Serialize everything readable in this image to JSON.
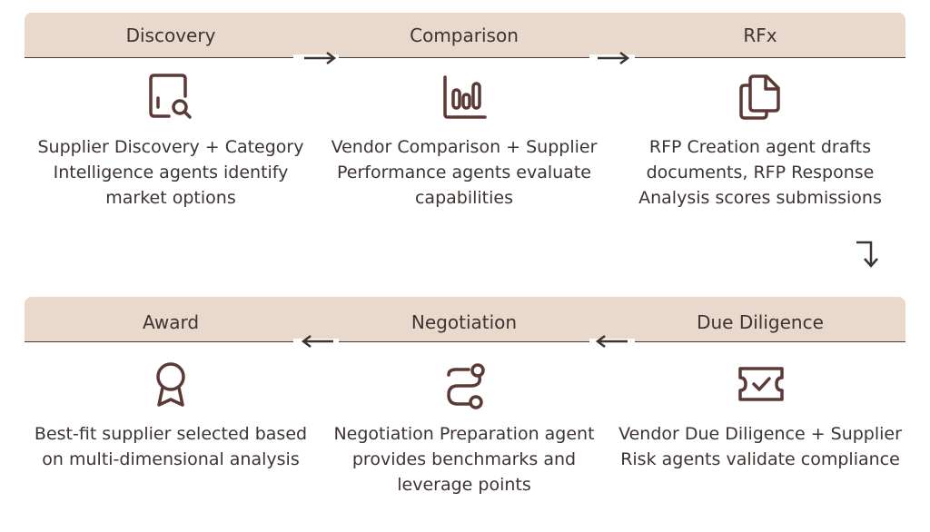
{
  "stages": [
    {
      "title": "Discovery",
      "icon": "search-document-icon",
      "description": "Supplier Discovery + Category Intelligence agents identify market options"
    },
    {
      "title": "Comparison",
      "icon": "bar-chart-icon",
      "description": "Vendor Comparison + Supplier Performance agents evaluate capabilities"
    },
    {
      "title": "RFx",
      "icon": "documents-icon",
      "description": "RFP Creation agent drafts documents, RFP Response Analysis scores submissions"
    },
    {
      "title": "Due Diligence",
      "icon": "ticket-check-icon",
      "description": "Vendor Due Diligence + Supplier Risk agents validate compliance"
    },
    {
      "title": "Negotiation",
      "icon": "route-icon",
      "description": "Negotiation Preparation agent provides benchmarks and leverage points"
    },
    {
      "title": "Award",
      "icon": "award-ribbon-icon",
      "description": "Best-fit supplier selected based on multi-dimensional analysis"
    }
  ],
  "colors": {
    "band": "#e8d9cc",
    "ink": "#3d3330",
    "icon": "#5b3a36"
  }
}
